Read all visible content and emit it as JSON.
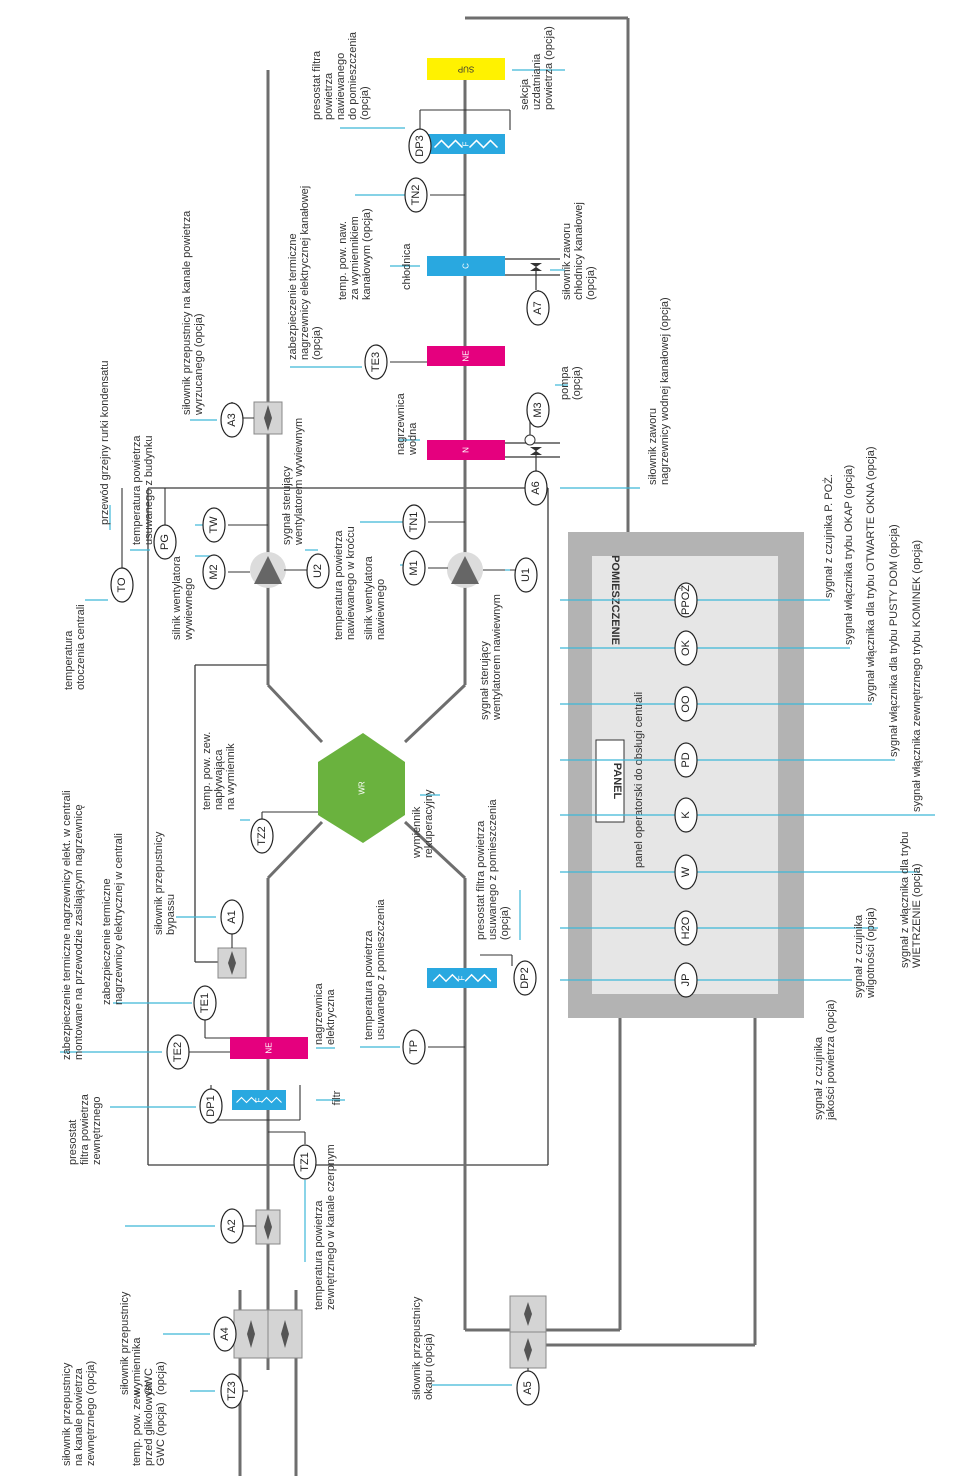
{
  "colors": {
    "duct": "#6e6e6e",
    "leader": "#3db8d8",
    "filter": "#29a8e0",
    "heater": "#e5007e",
    "cooler": "#29a8e0",
    "recuperator": "#6ab23e",
    "sup": "#fff200",
    "panel_frame": "#b3b3b3",
    "panel_inner": "#e6e6e6"
  },
  "blocks": {
    "f1": "F",
    "ne1": "NE",
    "f2": "F",
    "f3": "F",
    "n": "N",
    "ne2": "NE",
    "c": "C",
    "sup": "SUP",
    "wr": "WR"
  },
  "nodes": {
    "a2": "A2",
    "a4": "A4",
    "tz3": "TZ3",
    "a5": "A5",
    "a1": "A1",
    "a3": "A3",
    "a6": "A6",
    "a7": "A7",
    "tz1": "TZ1",
    "dp1": "DP1",
    "te2": "TE2",
    "te1": "TE1",
    "tp": "TP",
    "dp2": "DP2",
    "tz2": "TZ2",
    "to": "TO",
    "pg": "PG",
    "tw": "TW",
    "m2": "M2",
    "u2": "U2",
    "tn1": "TN1",
    "m1": "M1",
    "u1": "U1",
    "te3": "TE3",
    "m3": "M3",
    "tn2": "TN2",
    "dp3": "DP3",
    "jp": "JP",
    "h2o": "H2O",
    "w": "W",
    "k": "K",
    "pd": "PD",
    "oo": "OO",
    "ok": "OK",
    "ppoz": "PPOŻ"
  },
  "panel": {
    "room_title": "POMIESZCZENIE",
    "panel_box": "PANEL",
    "panel_caption": "panel operatorski do obsługi centrali"
  },
  "labels": {
    "a4_1": "siłownik przepustnicy",
    "a4_2": "wymiennika",
    "a4_3": "GWC",
    "a4_4": "(opcja)",
    "a2_1": "siłownik przepustnicy",
    "a2_2": "na kanale powietrza",
    "a2_3": "zewnętrznego (opcja)",
    "tz3_1": "temp. pow. zew.",
    "tz3_2": "przed glikolowym",
    "tz3_3": "GWC (opcja)",
    "tz1_1": "temperatura powietrza",
    "tz1_2": "zewnętrznego w kanale czerpnym",
    "dp1_1": "presostat",
    "dp1_2": "filtra powietrza",
    "dp1_3": "zewnętrznego",
    "filtr": "filtr",
    "te2_1": "zabezpieczenie termiczne nagrzewnicy elekt. w centrali",
    "te2_2": "montowane na przewodzie zasilającym nagrzewnicę",
    "te1_1": "zabezpieczenie termiczne",
    "te1_2": "nagrzewnicy elektrycznej w centrali",
    "ne1_1": "nagrzewnica",
    "ne1_2": "elektryczna",
    "tp_1": "temperatura powietrza",
    "tp_2": "usuwanego z pomieszczenia",
    "a1_1": "siłownik przepustnicy",
    "a1_2": "bypassu",
    "tz2_1": "temp. pow. zew.",
    "tz2_2": "napływająca",
    "tz2_3": "na wymiennik",
    "wr_1": "wymiennik",
    "wr_2": "rekuperacyjny",
    "dp2_1": "presostat filtra powietrza",
    "dp2_2": "usuwanego z pomieszczenia",
    "dp2_3": "(opcja)",
    "to_1": "temperatura",
    "to_2": "otoczenia centrali",
    "m2_1": "silnik wentylatora",
    "m2_2": "wywiewnego",
    "tn1_1": "temperatura powietrza",
    "tn1_2": "nawiewanego w kroćcu",
    "m1_1": "silnik wentylatora",
    "m1_2": "nawiewnego",
    "u1_1": "sygnał sterujący",
    "u1_2": "wentylatorem nawiewnym",
    "pg": "przewód grzejny rurki kondensatu",
    "tw_1": "temperatura powietrza",
    "tw_2": "usuwanego z budynku",
    "u2_1": "sygnał sterujący",
    "u2_2": "wentylatorem wywiewnym",
    "a3_1": "siłownik przepustnicy na kanale powietrza",
    "a3_2": "wyrzucanego (opcja)",
    "te3_1": "zabezpieczenie termiczne",
    "te3_2": "nagrzewnicy elektrycznej kanałowej",
    "te3_3": "(opcja)",
    "n_1": "nagrzewnica",
    "n_2": "wodna",
    "tn2_1": "temp. pow. naw.",
    "tn2_2": "za wymiennikiem",
    "tn2_3": "kanałowym (opcja)",
    "c": "chłodnica",
    "dp3_1": "presostat filtra",
    "dp3_2": "powietrza",
    "dp3_3": "nawiewanego",
    "dp3_4": "do pomieszczenia",
    "dp3_5": "(opcja)",
    "sup_1": "sekcja",
    "sup_2": "uzdatniania",
    "sup_3": "powietrza (opcja)",
    "a7_1": "siłownik zaworu",
    "a7_2": "chłodnicy kanałowej",
    "a7_3": "(opcja)",
    "m3": "pompa",
    "m3_2": "(opcja)",
    "a6_1": "siłownik zaworu",
    "a6_2": "nagrzewnicy wodnej kanałowej (opcja)",
    "a5_1": "siłownik przepustnicy",
    "a5_2": "okapu (opcja)",
    "ppoz": "sygnał z czujnika P. POŻ.",
    "ok": "sygnał włącznika trybu OKAP (opcja)",
    "oo": "sygnał włącznika dla trybu OTWARTE OKNA (opcja)",
    "pd": "sygnał włącznika dla trybu PUSTY DOM (opcja)",
    "k": "sygnał włącznika zewnętrznego trybu KOMINEK (opcja)",
    "w_1": "sygnał z włącznika dla trybu",
    "w_2": "WIETRZENIE (opcja)",
    "h2o_1": "sygnał z czujnika",
    "h2o_2": "wilgotności (opcja)",
    "jp_1": "sygnał z czujnika",
    "jp_2": "jakości powietrza (opcja)"
  }
}
